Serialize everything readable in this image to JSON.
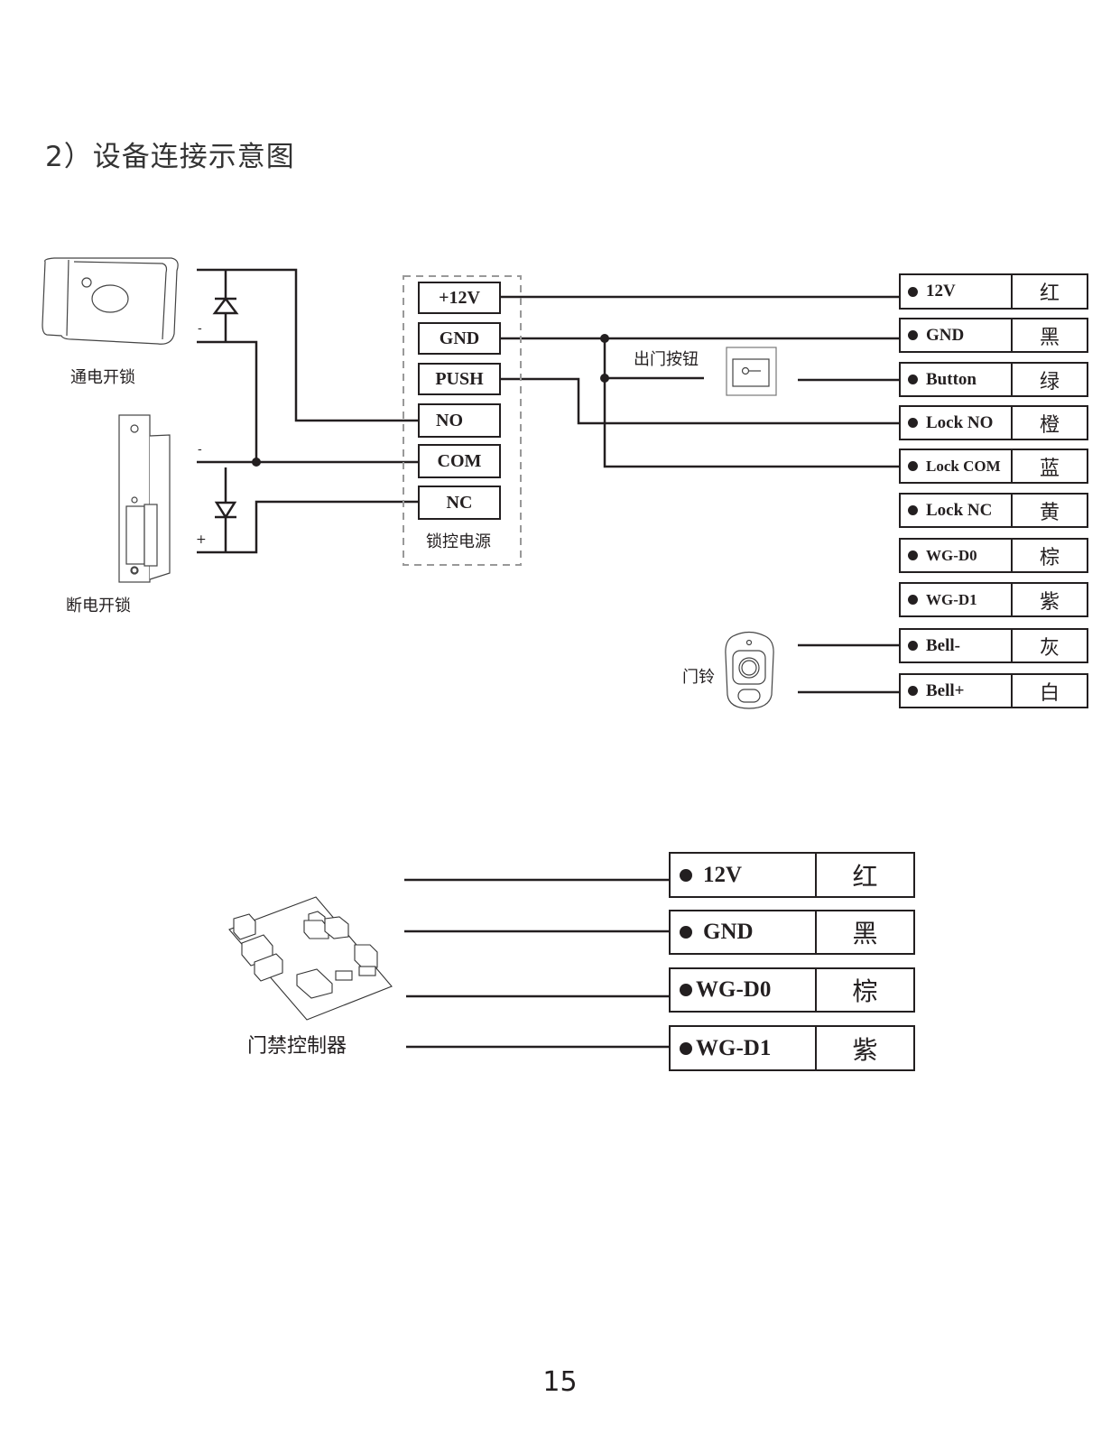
{
  "section_title": "2）设备连接示意图",
  "devices": {
    "power_on_lock": "通电开锁",
    "power_off_lock": "断电开锁",
    "exit_button": "出门按钮",
    "doorbell": "门铃",
    "access_controller": "门禁控制器"
  },
  "lock_power_supply": {
    "label": "锁控电源",
    "terminals": [
      "+12V",
      "GND",
      "PUSH",
      "NO",
      "COM",
      "NC"
    ]
  },
  "polarity_marks": {
    "power_on_lock_minus": "-",
    "power_off_lock_minus": "-",
    "power_off_lock_plus": "+"
  },
  "wire_table_top": [
    {
      "name": "12V",
      "color": "红"
    },
    {
      "name": "GND",
      "color": "黑"
    },
    {
      "name": "Button",
      "color": "绿"
    },
    {
      "name": "Lock NO",
      "color": "橙"
    },
    {
      "name": "Lock COM",
      "color": "蓝"
    },
    {
      "name": "Lock NC",
      "color": "黄"
    },
    {
      "name": "WG-D0",
      "color": "棕"
    },
    {
      "name": "WG-D1",
      "color": "紫"
    },
    {
      "name": "Bell-",
      "color": "灰"
    },
    {
      "name": "Bell+",
      "color": "白"
    }
  ],
  "wire_table_bottom": [
    {
      "name": "12V",
      "color": "红"
    },
    {
      "name": "GND",
      "color": "黑"
    },
    {
      "name": "WG-D0",
      "color": "棕"
    },
    {
      "name": "WG-D1",
      "color": "紫"
    }
  ],
  "page_number": "15"
}
